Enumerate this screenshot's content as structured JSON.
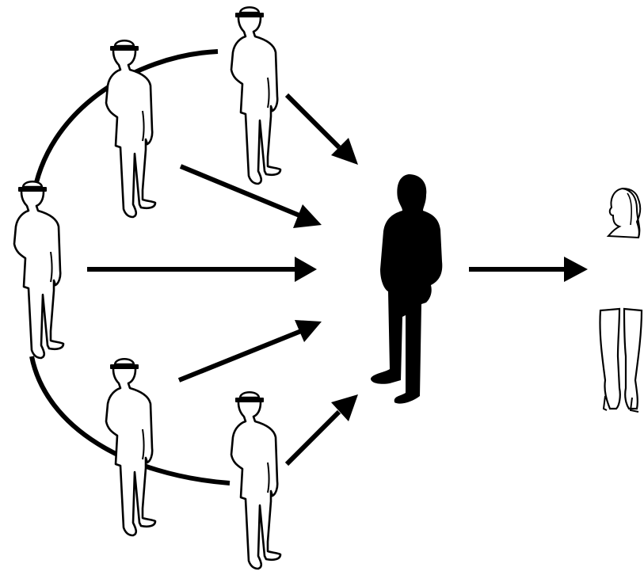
{
  "diagram": {
    "colors": {
      "background": "#ffffff",
      "ink": "#000000",
      "outline_fill": "#ffffff"
    },
    "circle_figures": [
      {
        "id": "top-right",
        "icon": "man-with-headband-outline-icon"
      },
      {
        "id": "top-left",
        "icon": "man-with-headband-outline-icon"
      },
      {
        "id": "left",
        "icon": "man-with-headband-outline-icon"
      },
      {
        "id": "bottom-left",
        "icon": "man-with-headband-outline-icon"
      },
      {
        "id": "bottom-right",
        "icon": "man-with-headband-outline-icon"
      }
    ],
    "central_figure": {
      "icon": "man-silhouette-black-icon"
    },
    "target": {
      "icons": [
        "woman-head-outline-icon",
        "woman-legs-boots-outline-icon"
      ]
    },
    "arrows": [
      "from-top-right",
      "from-top-left",
      "from-left",
      "from-bottom-left",
      "from-bottom-right",
      "to-target"
    ]
  }
}
